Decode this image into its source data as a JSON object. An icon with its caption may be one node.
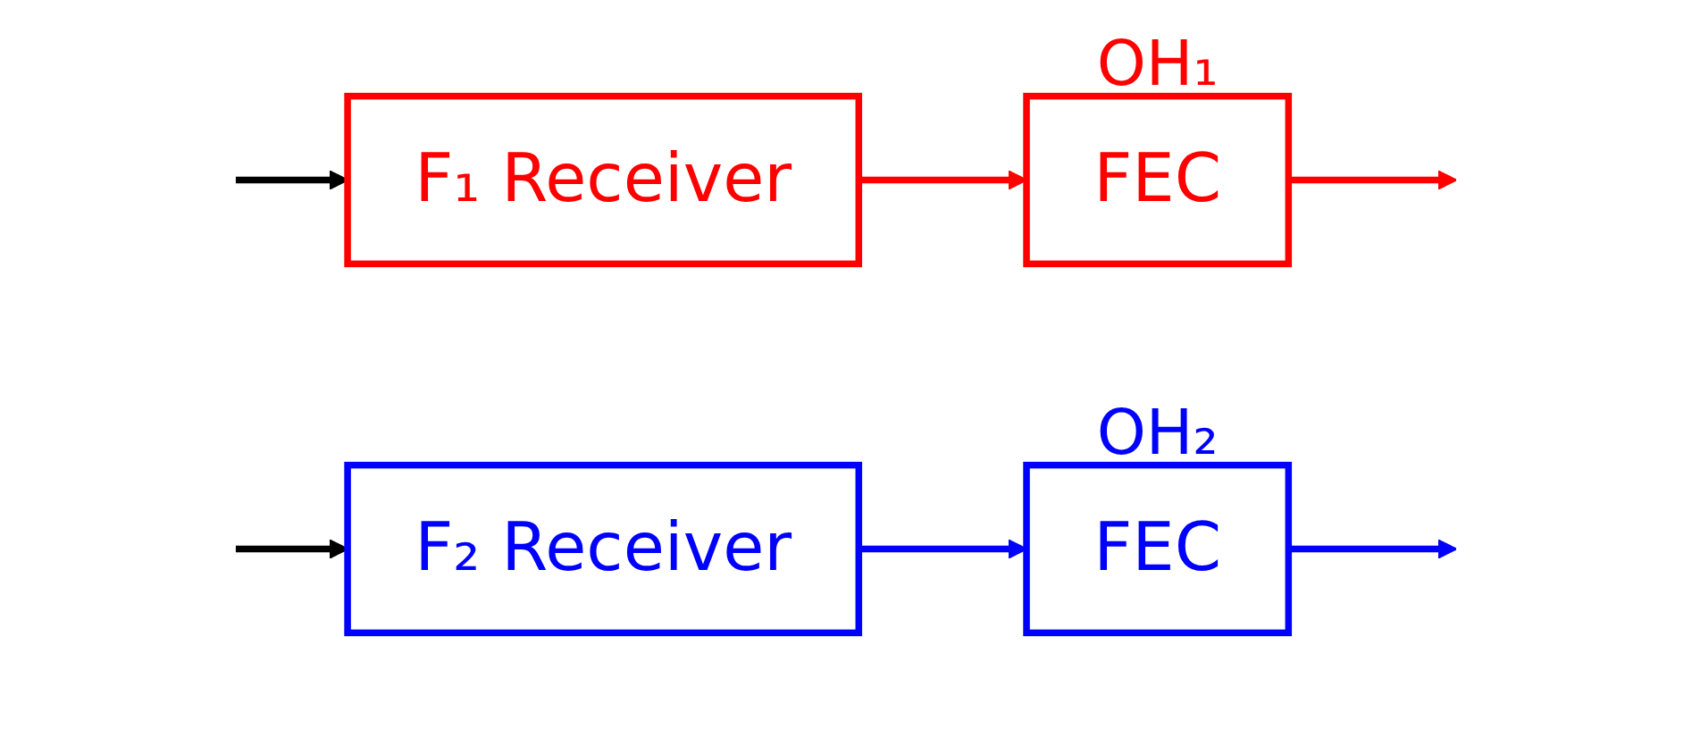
{
  "diagram": {
    "nodes": [
      {
        "text": [
          "F₁ Receiver"
        ]
      },
      {
        "text": [
          "FEC"
        ],
        "beside": [
          "OH₁"
        ]
      },
      {
        "text": [
          "F₂ Receiver"
        ]
      },
      {
        "text": [
          "FEC"
        ],
        "beside": [
          "OH₂"
        ]
      }
    ],
    "edges": [
      {
        "from": null,
        "to": 0,
        "arrow": "to"
      },
      {
        "from": null,
        "to": 2,
        "arrow": "to"
      },
      {
        "from": 0,
        "to": 1,
        "arrow": "to",
        "color": "#ff0000"
      },
      {
        "from": 2,
        "to": 3,
        "arrow": "to",
        "color": "#0000ff"
      },
      {
        "from": 1,
        "to": null,
        "arrow": "to",
        "color": "#ff0000"
      },
      {
        "from": 3,
        "to": null,
        "arrow": "to",
        "color": "#0000ff"
      }
    ]
  }
}
